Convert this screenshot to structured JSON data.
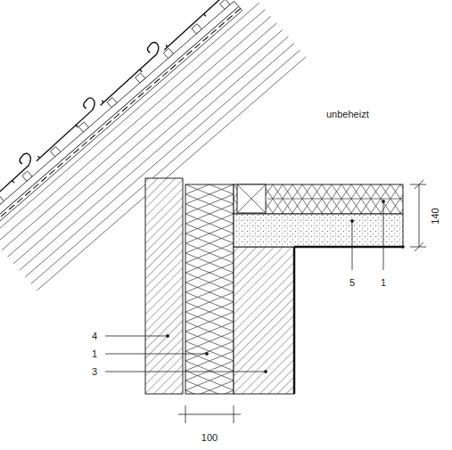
{
  "diagram": {
    "labels": [
      "unbeheizt",
      "140",
      "5",
      "1",
      "4",
      "1",
      "3",
      "100"
    ]
  }
}
